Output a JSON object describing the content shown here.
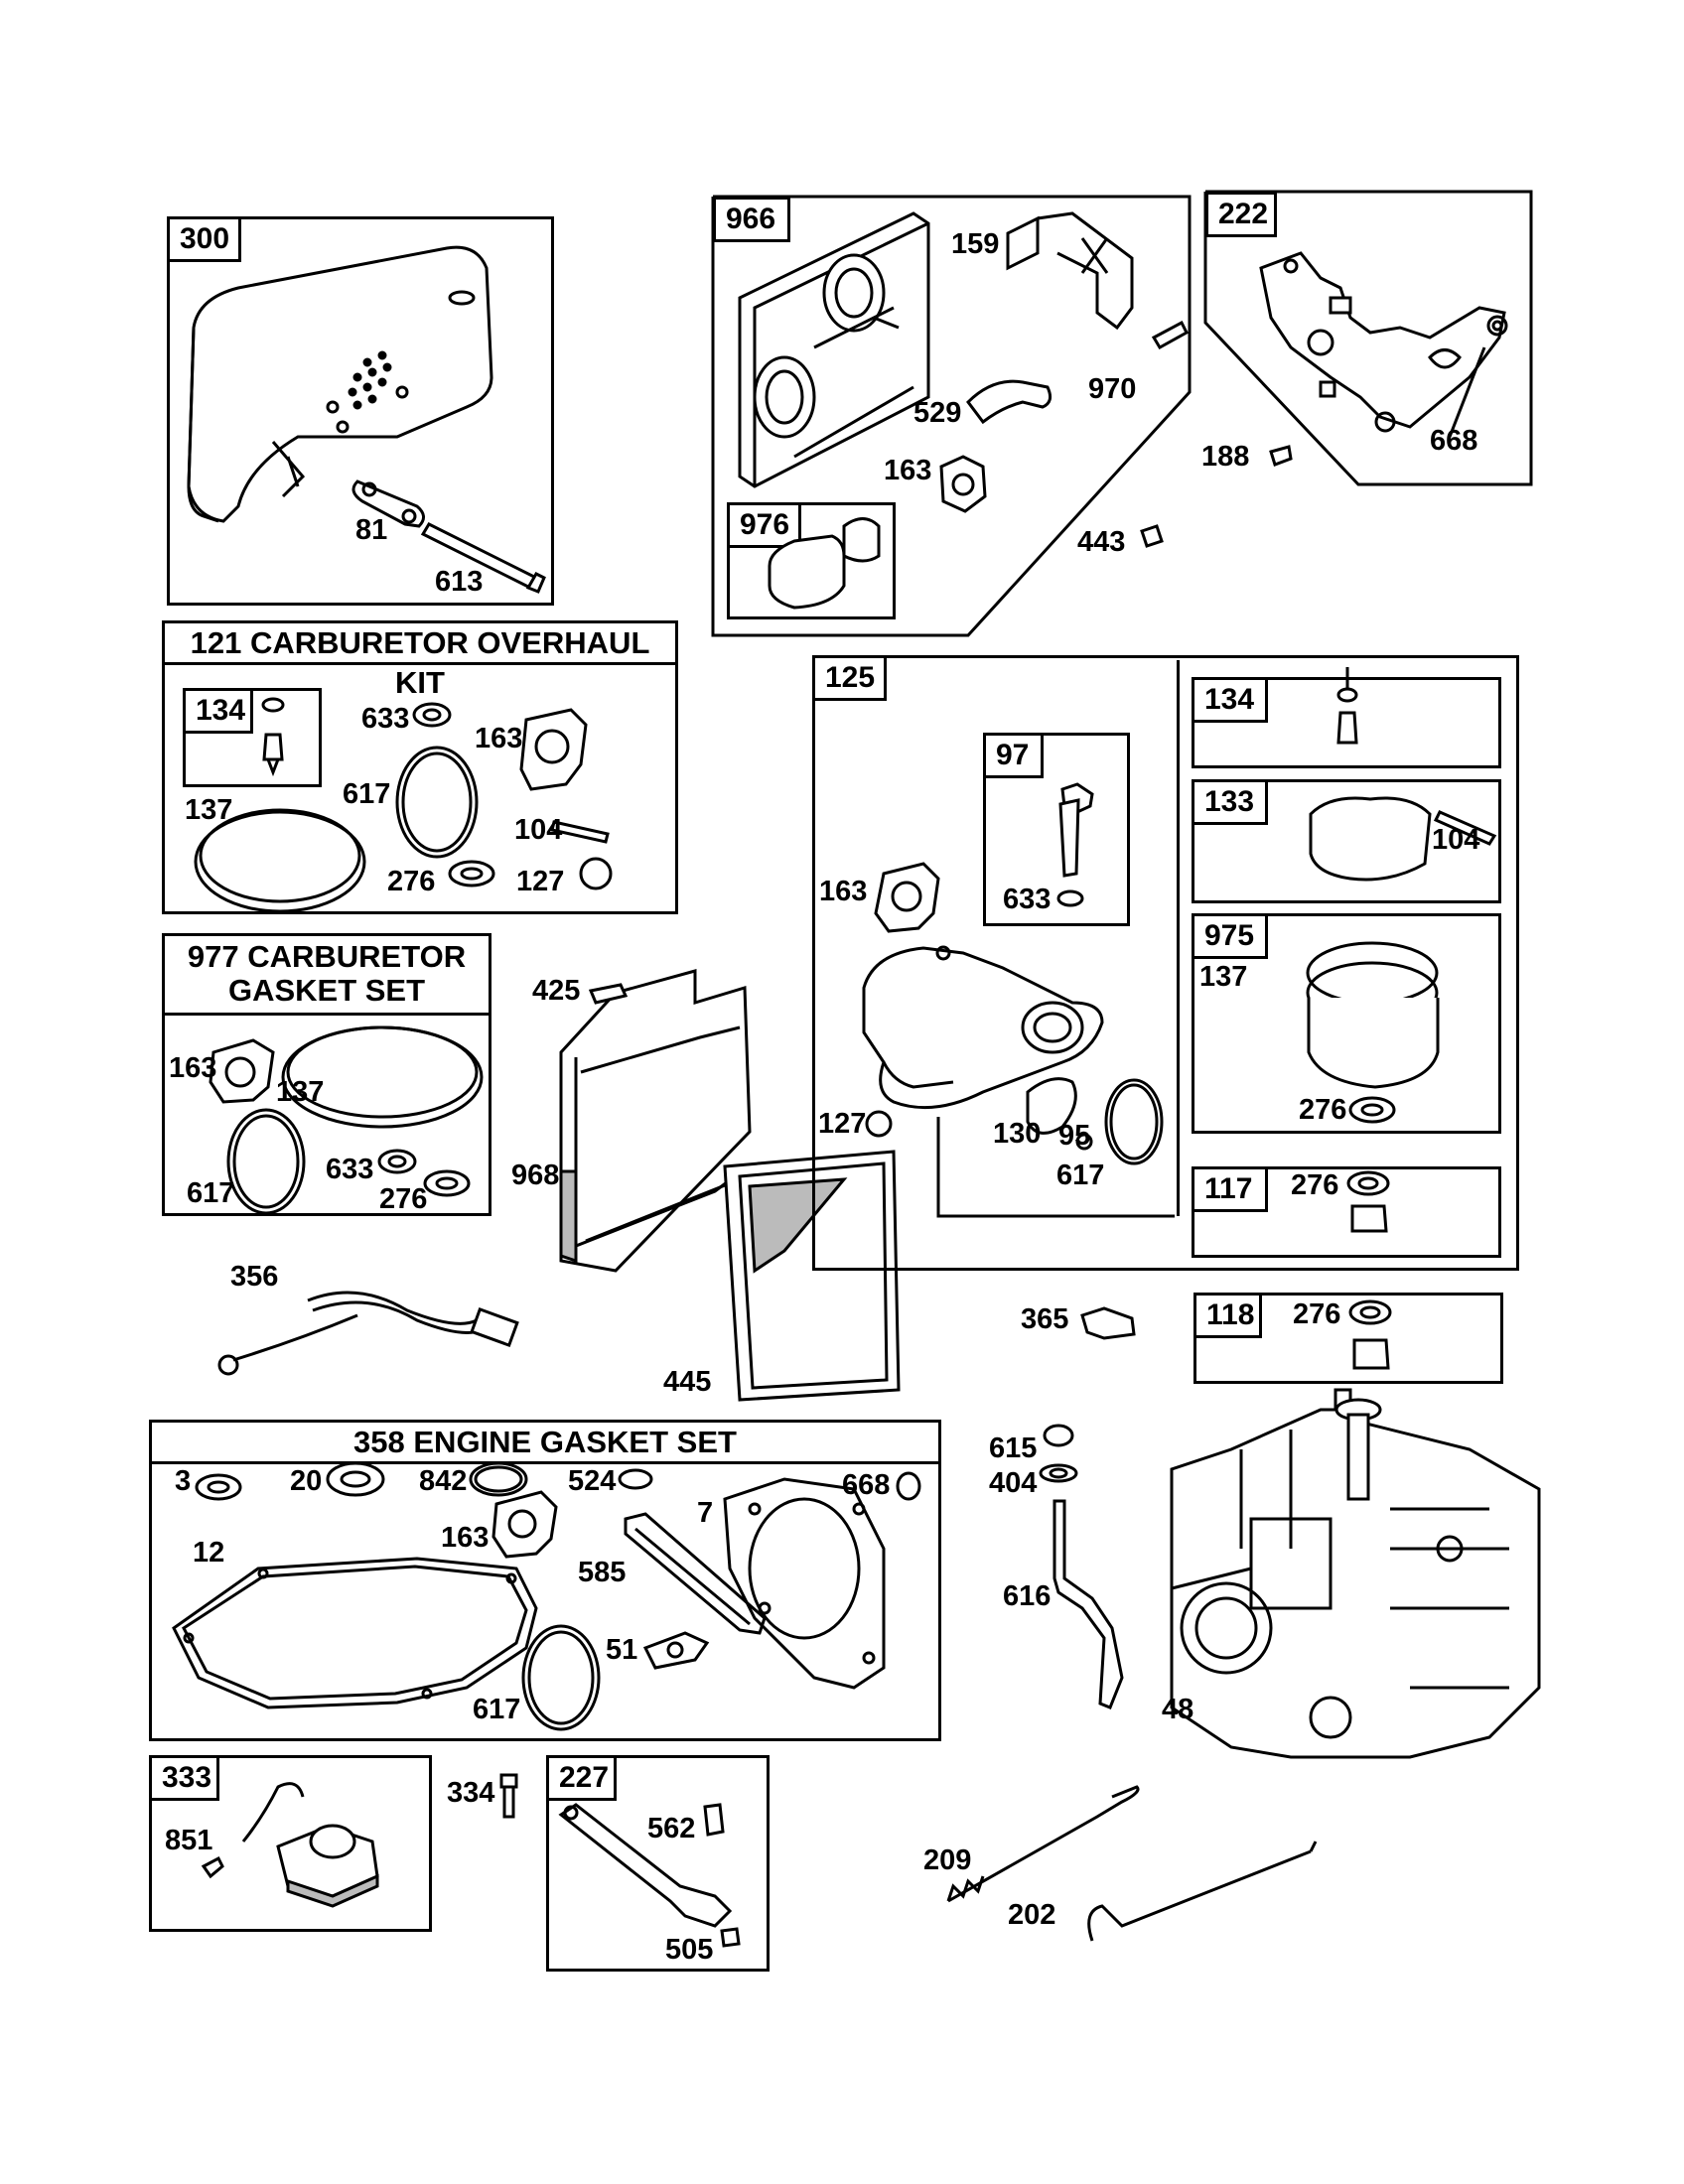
{
  "panels": {
    "p300": {
      "id": "300"
    },
    "p966": {
      "id": "966"
    },
    "p976": {
      "id": "976"
    },
    "p222": {
      "id": "222"
    },
    "kit121": {
      "title": "121 CARBURETOR OVERHAUL KIT",
      "sub134": "134"
    },
    "set977": {
      "title_line1": "977 CARBURETOR",
      "title_line2": "GASKET SET"
    },
    "p125": {
      "id": "125",
      "sub97": "97",
      "sub134": "134",
      "sub133": "133",
      "sub975": "975",
      "sub117": "117"
    },
    "p118": {
      "id": "118"
    },
    "set358": {
      "title": "358 ENGINE GASKET SET"
    },
    "p333": {
      "id": "333"
    },
    "p227": {
      "id": "227"
    }
  },
  "callouts": {
    "c81": "81",
    "c613": "613",
    "c159": "159",
    "c970": "970",
    "c529": "529",
    "c163a": "163",
    "c443": "443",
    "c188": "188",
    "c668a": "668",
    "c633a": "633",
    "c163b": "163",
    "c137a": "137",
    "c617a": "617",
    "c104a": "104",
    "c276a": "276",
    "c127a": "127",
    "c163c": "163",
    "c137b": "137",
    "c617b": "617",
    "c633b": "633",
    "c276b": "276",
    "c425": "425",
    "c968": "968",
    "c445": "445",
    "c356": "356",
    "c163d": "163",
    "c633c": "633",
    "c127b": "127",
    "c130": "130",
    "c95": "95",
    "c617c": "617",
    "c104b": "104",
    "c137c": "137",
    "c276c": "276",
    "c276d": "276",
    "c365": "365",
    "c276e": "276",
    "c615": "615",
    "c404": "404",
    "c616": "616",
    "c48": "48",
    "c3": "3",
    "c20": "20",
    "c842": "842",
    "c524": "524",
    "c668b": "668",
    "c7": "7",
    "c12": "12",
    "c163e": "163",
    "c585": "585",
    "c51": "51",
    "c617d": "617",
    "c851": "851",
    "c334": "334",
    "c562": "562",
    "c505": "505",
    "c209": "209",
    "c202": "202"
  }
}
